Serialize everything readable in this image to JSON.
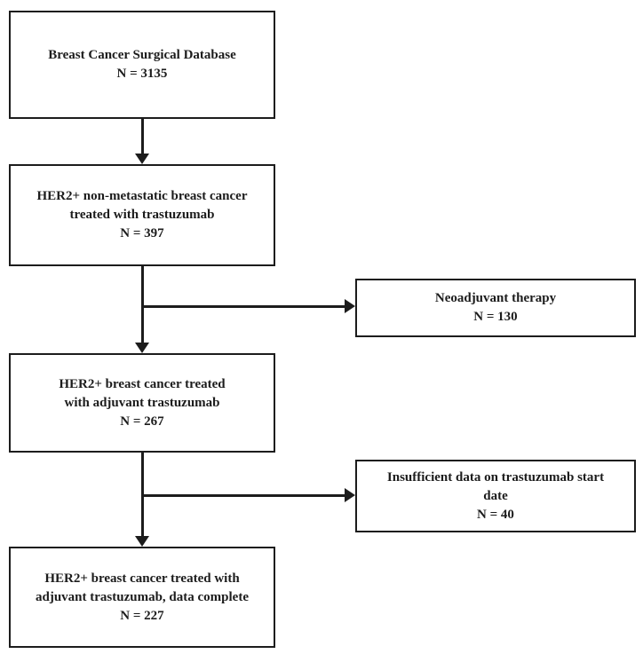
{
  "flowchart": {
    "main_nodes": [
      {
        "label": "Breast Cancer Surgical Database",
        "count": "N = 3135"
      },
      {
        "label": "HER2+ non-metastatic breast cancer treated with trastuzumab",
        "count": "N = 397"
      },
      {
        "label": "HER2+ breast cancer treated with adjuvant trastuzumab",
        "count": "N = 267"
      },
      {
        "label": "HER2+ breast cancer treated with adjuvant trastuzumab, data complete",
        "count": "N = 227"
      }
    ],
    "exclusion_nodes": [
      {
        "label": "Neoadjuvant therapy",
        "count": "N = 130"
      },
      {
        "label": "Insufficient data on trastuzumab start date",
        "count": "N = 40"
      }
    ],
    "colors": {
      "line": "#1c1c1c",
      "background": "#ffffff"
    }
  }
}
